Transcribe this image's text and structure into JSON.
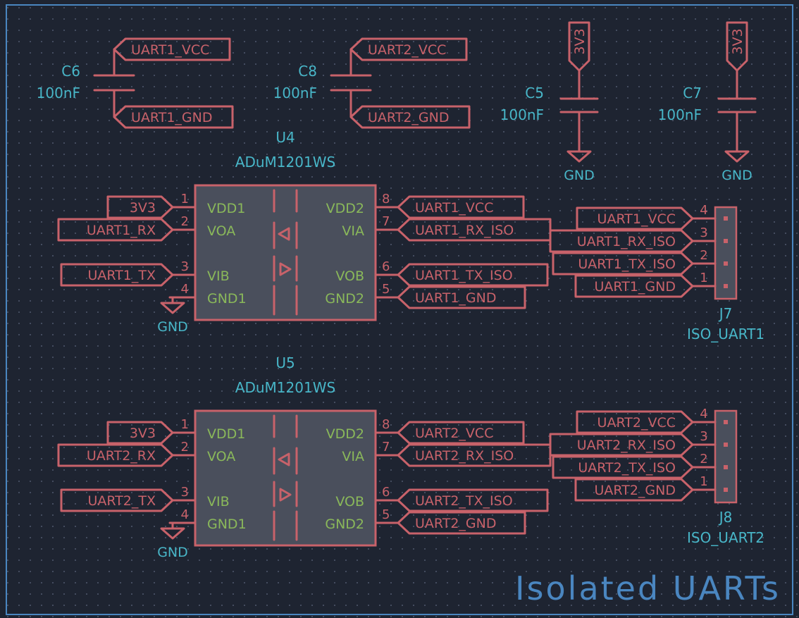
{
  "title": "Isolated UARTs",
  "capacitors": [
    {
      "ref": "C6",
      "value": "100nF",
      "top_net": "UART1_VCC",
      "bottom_net": "UART1_GND"
    },
    {
      "ref": "C8",
      "value": "100nF",
      "top_net": "UART2_VCC",
      "bottom_net": "UART2_GND"
    },
    {
      "ref": "C5",
      "value": "100nF",
      "top_net": "3V3",
      "bottom_net": "GND"
    },
    {
      "ref": "C7",
      "value": "100nF",
      "top_net": "3V3",
      "bottom_net": "GND"
    }
  ],
  "isolators": [
    {
      "ref": "U4",
      "value": "ADuM1201WS",
      "left_pins": [
        {
          "num": "1",
          "name": "VDD1",
          "net": "3V3"
        },
        {
          "num": "2",
          "name": "VOA",
          "net": "UART1_RX"
        },
        {
          "num": "3",
          "name": "VIB",
          "net": "UART1_TX"
        },
        {
          "num": "4",
          "name": "GND1",
          "net": "GND"
        }
      ],
      "right_pins": [
        {
          "num": "8",
          "name": "VDD2",
          "net": "UART1_VCC"
        },
        {
          "num": "7",
          "name": "VIA",
          "net": "UART1_RX_ISO"
        },
        {
          "num": "6",
          "name": "VOB",
          "net": "UART1_TX_ISO"
        },
        {
          "num": "5",
          "name": "GND2",
          "net": "UART1_GND"
        }
      ]
    },
    {
      "ref": "U5",
      "value": "ADuM1201WS",
      "left_pins": [
        {
          "num": "1",
          "name": "VDD1",
          "net": "3V3"
        },
        {
          "num": "2",
          "name": "VOA",
          "net": "UART2_RX"
        },
        {
          "num": "3",
          "name": "VIB",
          "net": "UART2_TX"
        },
        {
          "num": "4",
          "name": "GND1",
          "net": "GND"
        }
      ],
      "right_pins": [
        {
          "num": "8",
          "name": "VDD2",
          "net": "UART2_VCC"
        },
        {
          "num": "7",
          "name": "VIA",
          "net": "UART2_RX_ISO"
        },
        {
          "num": "6",
          "name": "VOB",
          "net": "UART2_TX_ISO"
        },
        {
          "num": "5",
          "name": "GND2",
          "net": "UART2_GND"
        }
      ]
    }
  ],
  "connectors": [
    {
      "ref": "J7",
      "value": "ISO_UART1",
      "pins": [
        {
          "num": "4",
          "net": "UART1_VCC"
        },
        {
          "num": "3",
          "net": "UART1_RX_ISO"
        },
        {
          "num": "2",
          "net": "UART1_TX_ISO"
        },
        {
          "num": "1",
          "net": "UART1_GND"
        }
      ]
    },
    {
      "ref": "J8",
      "value": "ISO_UART2",
      "pins": [
        {
          "num": "4",
          "net": "UART2_VCC"
        },
        {
          "num": "3",
          "net": "UART2_RX_ISO"
        },
        {
          "num": "2",
          "net": "UART2_TX_ISO"
        },
        {
          "num": "1",
          "net": "UART2_GND"
        }
      ]
    }
  ],
  "colors": {
    "background": "#1e2431",
    "symbol": "#c8626a",
    "reference": "#48b6c8",
    "pin_name": "#8ab85a",
    "body_fill": "#4a4f5c",
    "frame": "#4a86c0"
  }
}
